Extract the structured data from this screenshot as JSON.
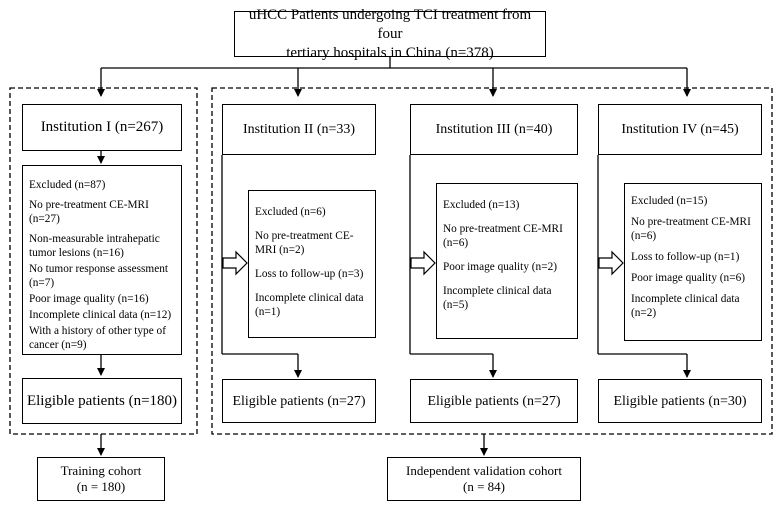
{
  "top": {
    "line1": "uHCC Patients undergoing TCI treatment from four",
    "line2": "tertiary hospitals in China (n=378)"
  },
  "inst1": {
    "title": "Institution I (n=267)",
    "excluded": [
      "Excluded (n=87)",
      "No pre-treatment CE-MRI (n=27)",
      "Non-measurable intrahepatic tumor lesions (n=16)",
      "No tumor response assessment (n=7)",
      "Poor image quality (n=16)",
      "Incomplete clinical data (n=12)",
      "With a history of other type of cancer (n=9)"
    ],
    "eligible": "Eligible patients (n=180)"
  },
  "inst2": {
    "title": "Institution II (n=33)",
    "excluded": [
      "Excluded (n=6)",
      "No pre-treatment CE-MRI (n=2)",
      "Loss to follow-up (n=3)",
      "Incomplete clinical data (n=1)"
    ],
    "eligible": "Eligible patients (n=27)"
  },
  "inst3": {
    "title": "Institution III (n=40)",
    "excluded": [
      "Excluded (n=13)",
      "No pre-treatment CE-MRI (n=6)",
      "Poor image quality (n=2)",
      "Incomplete clinical data (n=5)"
    ],
    "eligible": "Eligible patients (n=27)"
  },
  "inst4": {
    "title": "Institution IV (n=45)",
    "excluded": [
      "Excluded (n=15)",
      "No pre-treatment CE-MRI (n=6)",
      "Loss to follow-up (n=1)",
      "Poor image quality (n=6)",
      "Incomplete clinical data (n=2)"
    ],
    "eligible": "Eligible patients (n=30)"
  },
  "training": {
    "line1": "Training cohort",
    "line2": "(n = 180)"
  },
  "validation": {
    "line1": "Independent validation cohort",
    "line2": "(n = 84)"
  }
}
